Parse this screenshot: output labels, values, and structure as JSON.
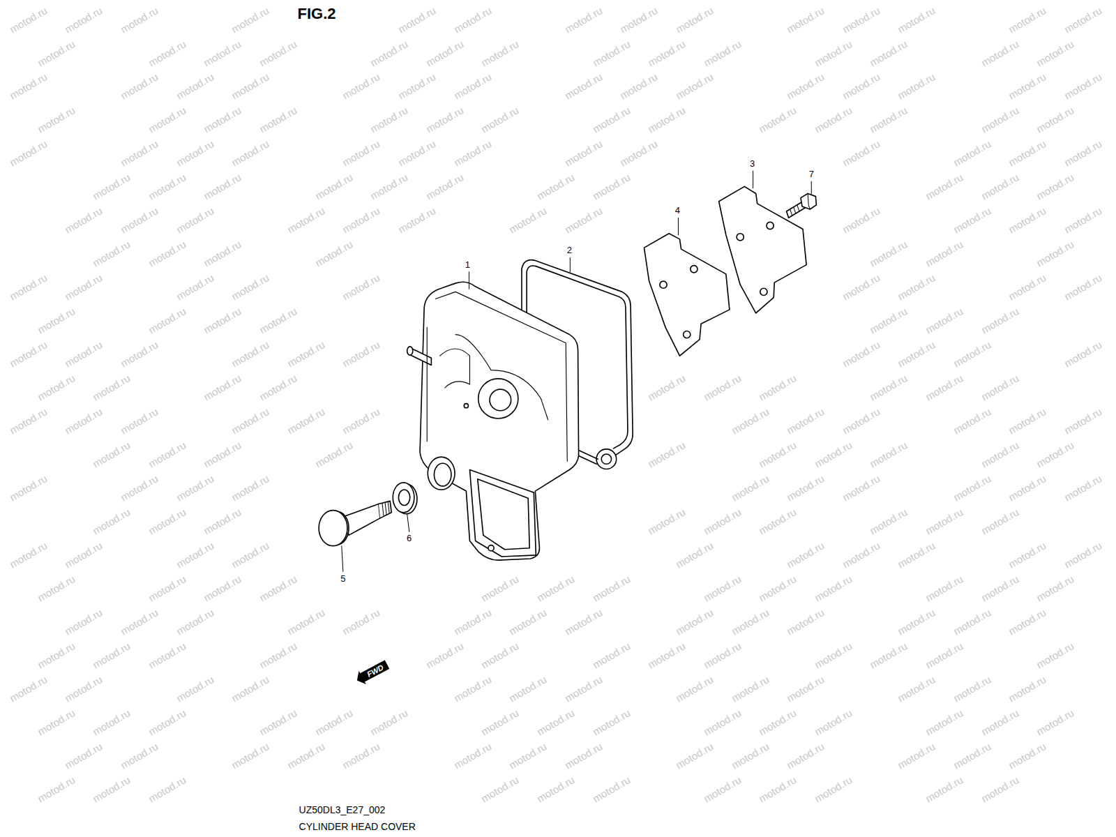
{
  "diagram": {
    "title": "FIG.2",
    "caption": "CYLINDER HEAD COVER",
    "nodes": [
      {
        "text": [
          "FWD"
        ]
      }
    ],
    "labels": [
      "3",
      "7",
      "4",
      "1",
      "2",
      "6",
      "5",
      "UZ50DL3_E27_002",
      "motod.ru",
      "motod.ru",
      "motod.ru",
      "motod.ru",
      "motod.ru",
      "motod.ru",
      "motod.ru",
      "motod.ru",
      "motod.ru",
      "motod.ru",
      "motod.ru",
      "motod.ru",
      "motod.ru",
      "motod.ru",
      "motod.ru",
      "motod.ru",
      "motod.ru",
      "motod.ru",
      "motod.ru",
      "motod.ru",
      "motod.ru",
      "motod.ru",
      "motod.ru",
      "motod.ru",
      "motod.ru",
      "motod.ru",
      "motod.ru",
      "motod.ru",
      "motod.ru",
      "motod.ru",
      "motod.ru",
      "motod.ru",
      "motod.ru",
      "motod.ru",
      "motod.ru",
      "motod.ru",
      "motod.ru",
      "motod.ru",
      "motod.ru",
      "motod.ru",
      "motod.ru",
      "motod.ru",
      "motod.ru",
      "motod.ru",
      "motod.ru",
      "motod.ru",
      "motod.ru",
      "motod.ru",
      "motod.ru",
      "motod.ru",
      "motod.ru",
      "motod.ru",
      "motod.ru",
      "motod.ru",
      "motod.ru",
      "motod.ru",
      "motod.ru",
      "motod.ru",
      "motod.ru",
      "motod.ru",
      "motod.ru",
      "motod.ru",
      "motod.ru",
      "motod.ru",
      "motod.ru",
      "motod.ru",
      "motod.ru",
      "motod.ru",
      "motod.ru",
      "motod.ru",
      "motod.ru",
      "motod.ru",
      "motod.ru",
      "motod.ru",
      "motod.ru",
      "motod.ru",
      "motod.ru",
      "motod.ru",
      "motod.ru",
      "motod.ru",
      "motod.ru",
      "motod.ru",
      "motod.ru",
      "motod.ru",
      "motod.ru",
      "motod.ru",
      "motod.ru",
      "motod.ru",
      "motod.ru",
      "motod.ru",
      "motod.ru",
      "motod.ru",
      "motod.ru",
      "motod.ru",
      "motod.ru",
      "motod.ru",
      "motod.ru",
      "motod.ru",
      "motod.ru",
      "motod.ru",
      "motod.ru",
      "motod.ru",
      "motod.ru",
      "motod.ru",
      "motod.ru",
      "motod.ru",
      "motod.ru",
      "motod.ru",
      "motod.ru",
      "motod.ru",
      "motod.ru",
      "motod.ru",
      "motod.ru",
      "motod.ru",
      "motod.ru",
      "motod.ru",
      "motod.ru",
      "motod.ru",
      "motod.ru",
      "motod.ru",
      "motod.ru",
      "motod.ru",
      "motod.ru",
      "motod.ru",
      "motod.ru",
      "motod.ru",
      "motod.ru",
      "motod.ru",
      "motod.ru",
      "motod.ru",
      "motod.ru",
      "motod.ru",
      "motod.ru",
      "motod.ru",
      "motod.ru",
      "motod.ru",
      "motod.ru",
      "motod.ru",
      "motod.ru",
      "motod.ru",
      "motod.ru",
      "motod.ru",
      "motod.ru",
      "motod.ru",
      "motod.ru",
      "motod.ru",
      "motod.ru",
      "motod.ru",
      "motod.ru",
      "motod.ru",
      "motod.ru",
      "motod.ru",
      "motod.ru",
      "motod.ru",
      "motod.ru",
      "motod.ru",
      "motod.ru",
      "motod.ru",
      "motod.ru",
      "motod.ru",
      "motod.ru",
      "motod.ru",
      "motod.ru",
      "motod.ru",
      "motod.ru",
      "motod.ru",
      "motod.ru",
      "motod.ru",
      "motod.ru",
      "motod.ru",
      "motod.ru",
      "motod.ru",
      "motod.ru",
      "motod.ru",
      "motod.ru",
      "motod.ru",
      "motod.ru",
      "motod.ru",
      "motod.ru",
      "motod.ru",
      "motod.ru",
      "motod.ru",
      "motod.ru",
      "motod.ru",
      "motod.ru",
      "motod.ru",
      "motod.ru",
      "motod.ru",
      "motod.ru",
      "motod.ru",
      "motod.ru",
      "motod.ru",
      "motod.ru",
      "motod.ru",
      "motod.ru",
      "motod.ru",
      "motod.ru",
      "motod.ru",
      "motod.ru",
      "motod.ru",
      "motod.ru",
      "motod.ru",
      "motod.ru",
      "motod.ru",
      "motod.ru",
      "motod.ru",
      "motod.ru",
      "motod.ru",
      "motod.ru",
      "motod.ru",
      "motod.ru",
      "motod.ru",
      "motod.ru",
      "motod.ru",
      "motod.ru",
      "motod.ru",
      "motod.ru",
      "motod.ru",
      "motod.ru",
      "motod.ru",
      "motod.ru",
      "motod.ru",
      "motod.ru",
      "motod.ru",
      "motod.ru",
      "motod.ru",
      "motod.ru",
      "motod.ru",
      "motod.ru",
      "motod.ru",
      "motod.ru",
      "motod.ru",
      "motod.ru",
      "motod.ru",
      "motod.ru",
      "motod.ru",
      "motod.ru",
      "motod.ru",
      "motod.ru",
      "motod.ru",
      "motod.ru",
      "motod.ru",
      "motod.ru",
      "motod.ru",
      "motod.ru",
      "motod.ru",
      "motod.ru",
      "motod.ru",
      "motod.ru",
      "motod.ru",
      "motod.ru",
      "motod.ru",
      "motod.ru",
      "motod.ru",
      "motod.ru",
      "motod.ru",
      "motod.ru",
      "motod.ru",
      "motod.ru",
      "motod.ru",
      "motod.ru",
      "motod.ru",
      "motod.ru",
      "motod.ru",
      "motod.ru",
      "motod.ru",
      "motod.ru",
      "motod.ru",
      "motod.ru",
      "motod.ru",
      "motod.ru",
      "motod.ru",
      "motod.ru",
      "motod.ru",
      "motod.ru",
      "motod.ru",
      "motod.ru",
      "motod.ru",
      "motod.ru",
      "motod.ru"
    ]
  }
}
